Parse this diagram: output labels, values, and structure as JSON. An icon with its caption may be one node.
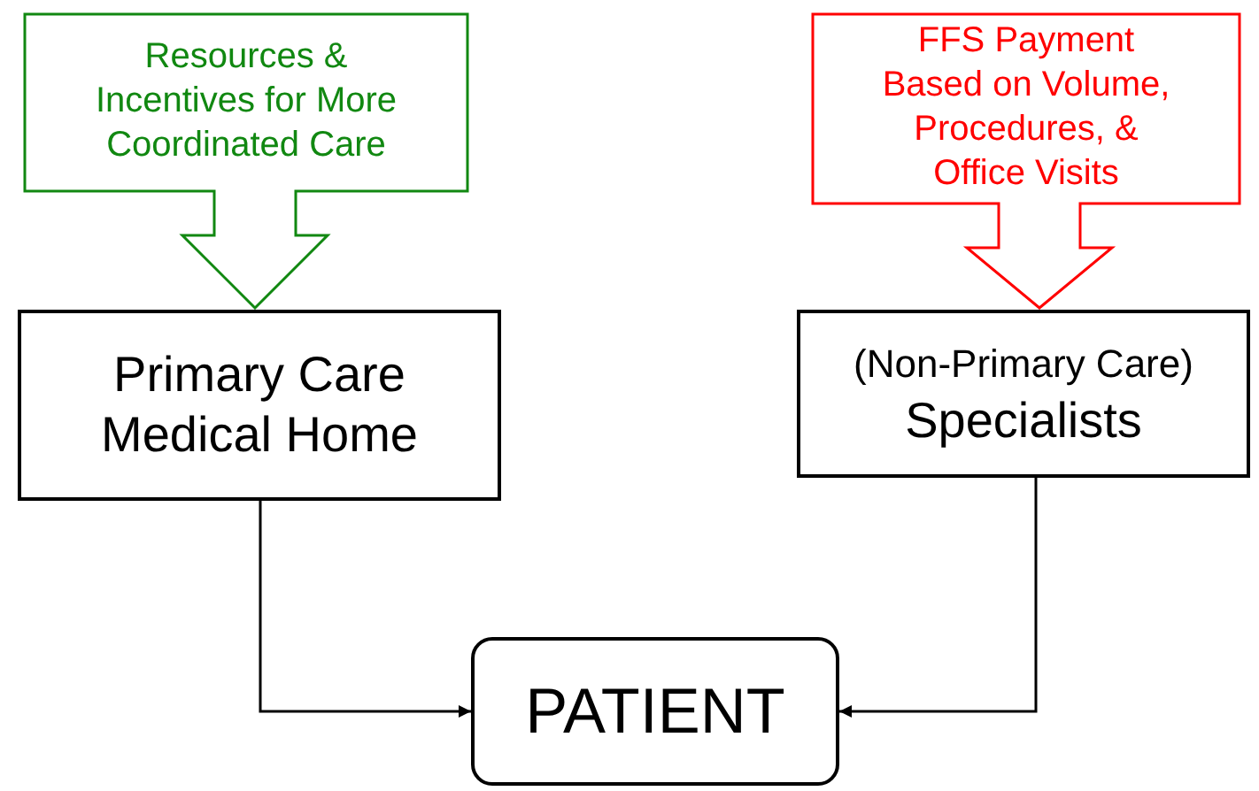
{
  "diagram": {
    "nodes": [
      {
        "text": [
          "Resources & Incentives for More Coordinated Care"
        ]
      },
      {
        "text": [
          "FFS Payment Based on Volume, Procedures, & Office Visits"
        ]
      },
      {
        "text": [
          "Primary Care Medical Home"
        ]
      },
      {
        "text": [
          "(Non-Primary Care)",
          "Specialists"
        ]
      },
      {
        "text": [
          "PATIENT"
        ]
      }
    ],
    "edges": [
      {
        "from": 2,
        "to": 4,
        "arrow": "to"
      },
      {
        "from": 3,
        "to": 4,
        "arrow": "to"
      }
    ]
  }
}
